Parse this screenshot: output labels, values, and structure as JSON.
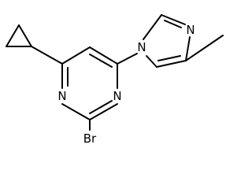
{
  "atoms": {
    "bromine": "Br",
    "pyrimidine_n_left": "N",
    "pyrimidine_n_right": "N",
    "imidazole_n1": "N",
    "imidazole_n3": "N"
  },
  "colors": {
    "bond": "#000000",
    "label": "#000000",
    "background": "#ffffff"
  }
}
